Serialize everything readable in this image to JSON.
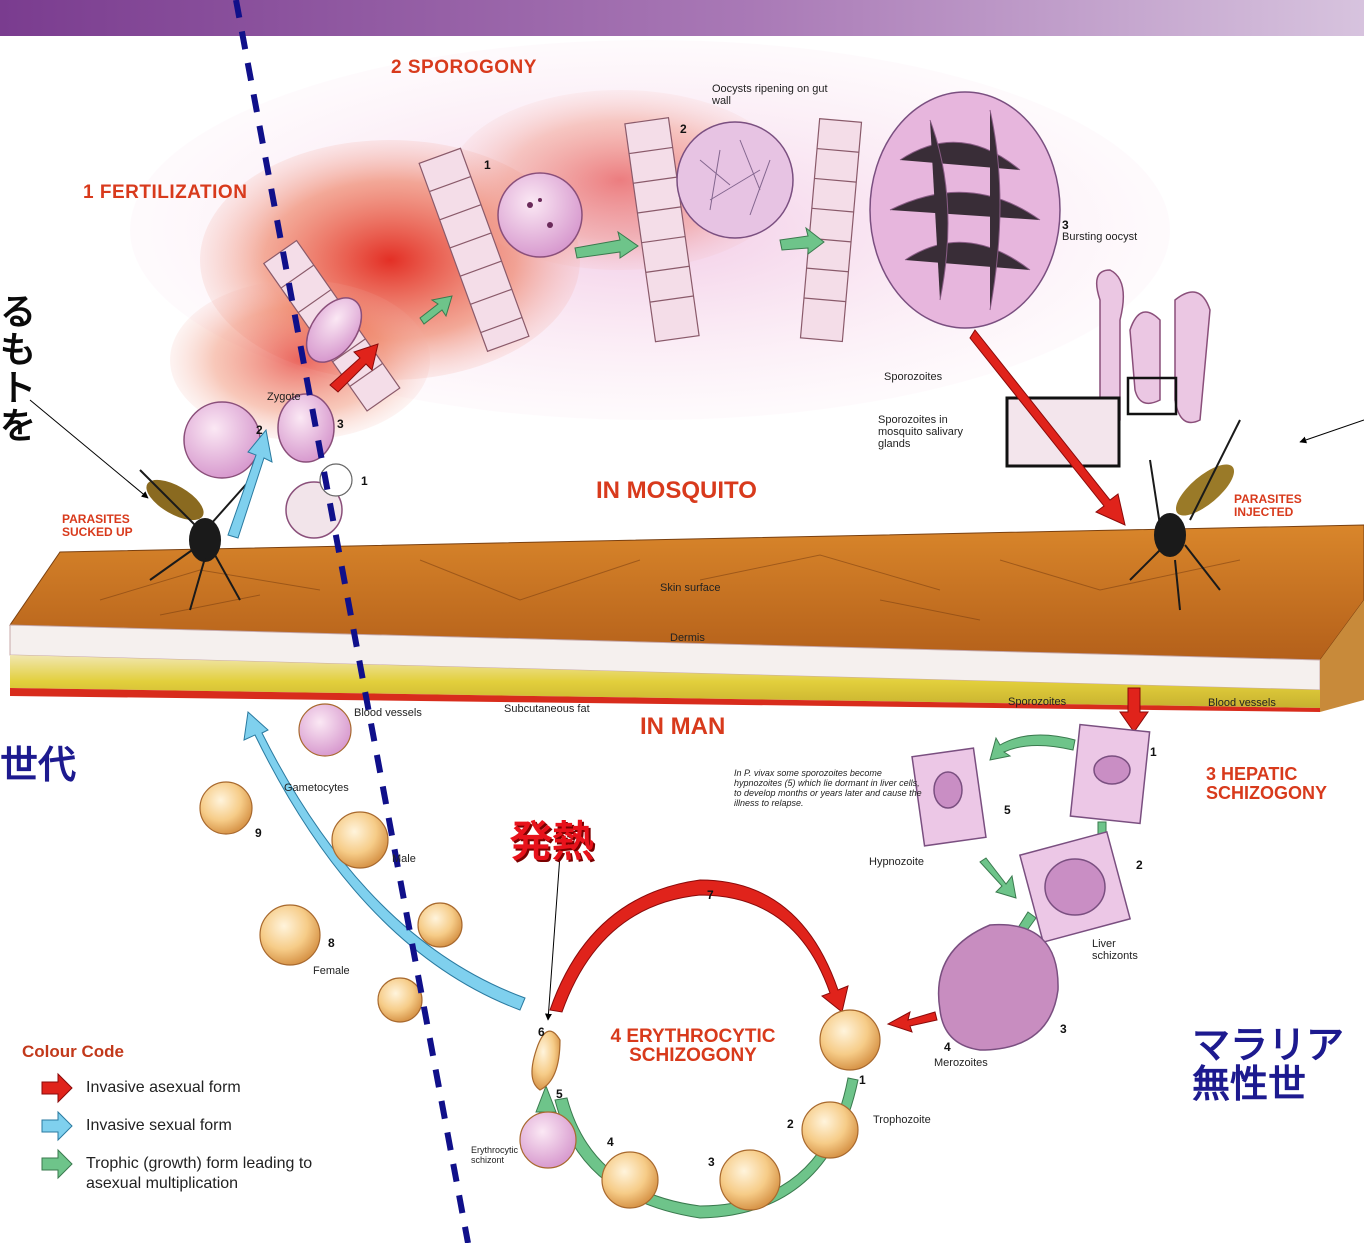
{
  "labels": {
    "sporogony": "2 SPOROGONY",
    "fertilization": "1 FERTILIZATION",
    "oocysts_ripening": "Oocysts ripening on gut wall",
    "bursting_oocyst_num": "3",
    "bursting_oocyst": "Bursting oocyst",
    "sporozoites": "Sporozoites",
    "sporozoites_glands": "Sporozoites in mosquito salivary glands",
    "zygote": "Zygote",
    "in_mosquito": "IN MOSQUITO",
    "parasites_sucked_up": "PARASITES SUCKED UP",
    "parasites_injected": "PARASITES INJECTED",
    "skin_surface": "Skin surface",
    "dermis": "Dermis",
    "blood_vessels_left": "Blood vessels",
    "subcutaneous_fat": "Subcutaneous fat",
    "in_man": "IN MAN",
    "sporozoites_man": "Sporozoites",
    "blood_vessels_right": "Blood vessels",
    "gametocytes": "Gametocytes",
    "male": "Male",
    "female": "Female",
    "vivax_note": "In P. vivax some sporozoites become hypnozoites (5) which lie dormant in liver cells, to develop months or years later and cause the illness to relapse.",
    "hypnozoite": "Hypnozoite",
    "hepatic": "3 HEPATIC SCHIZOGONY",
    "liver_schizonts": "Liver schizonts",
    "merozoites": "Merozoites",
    "erythrocytic": "4 ERYTHROCYTIC SCHIZOGONY",
    "trophozoite": "Trophozoite",
    "erythrocytic_schizont": "Erythrocytic schizont"
  },
  "numbers": {
    "n1_sporo": "1",
    "n2_sporo": "2",
    "n1_fert": "1",
    "n2_fert": "2",
    "n3_fert": "3",
    "n1_hep": "1",
    "n2_hep": "2",
    "n3_hep": "3",
    "n4_hep": "4",
    "n5_hep": "5",
    "n1_ery": "1",
    "n2_ery": "2",
    "n3_ery": "3",
    "n4_ery": "4",
    "n5_ery": "5",
    "n6": "6",
    "n7": "7",
    "n8": "8",
    "n9": "9"
  },
  "japanese": {
    "left_fragment": "る\nも\nト\nを",
    "left_generation": "世代",
    "fever": "発熱",
    "right_title": "マラリア",
    "right_sub": "無性世"
  },
  "legend": {
    "title": "Colour Code",
    "items": [
      {
        "label": "Invasive asexual form",
        "color": "#e0231b"
      },
      {
        "label": "Invasive sexual form",
        "color": "#7fd0ee"
      },
      {
        "label": "Trophic (growth) form leading to asexual multiplication",
        "color": "#6ec48a"
      }
    ]
  },
  "colors": {
    "header": "#8b4a9e",
    "invasive_asexual": "#e0231b",
    "invasive_sexual": "#7fd0ee",
    "trophic": "#6ec48a",
    "skin": "#c8751e",
    "fat": "#e6d23c",
    "cell_pink": "#e7b6dd",
    "rbc": "#f3c37a",
    "divider": "#10108a"
  },
  "icons": [
    "mosquito-icon",
    "arrow-icon",
    "cell-icon"
  ]
}
